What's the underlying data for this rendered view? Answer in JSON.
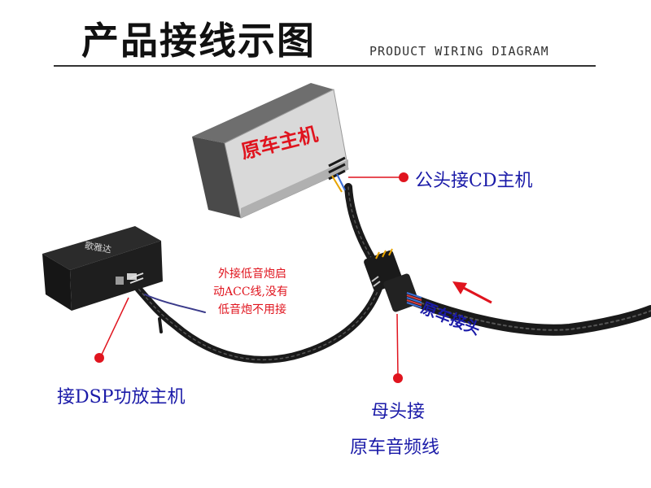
{
  "header": {
    "title": "产品接线示图",
    "subtitle": "PRODUCT WIRING DIAGRAM"
  },
  "head_unit": {
    "label": "原车主机"
  },
  "dsp_unit": {
    "logo": "歌雅达"
  },
  "labels": {
    "male_to_cd": "公头接CD主机",
    "to_dsp": "接DSP功放主机",
    "female_line1": "母头接",
    "female_line2": "原车音频线",
    "original_harness": "原车接头",
    "subwoofer_line1": "外接低音炮启",
    "subwoofer_line2": "动ACC线,没有",
    "subwoofer_line3": "低音炮不用接"
  },
  "colors": {
    "accent_red": "#e0141e",
    "label_blue": "#1a1aa8",
    "cable": "#1a1a1a"
  }
}
